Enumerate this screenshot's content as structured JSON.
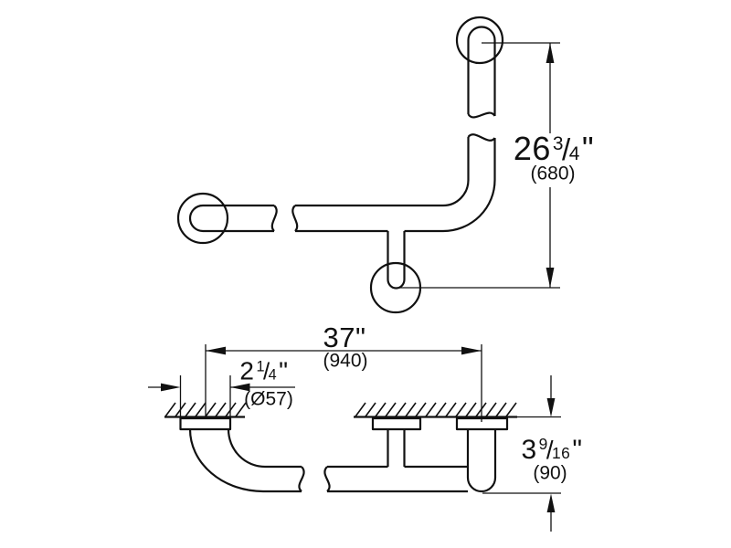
{
  "meta": {
    "background_color": "#ffffff",
    "line_color": "#111111",
    "drawing_type": "technical dimension drawing"
  },
  "dimensions": {
    "height": {
      "whole": "26",
      "sup": "3",
      "slash": "/",
      "sub": "4",
      "unit": "\"",
      "metric": "(680)"
    },
    "length": {
      "whole": "37",
      "sup": "",
      "slash": "",
      "sub": "",
      "unit": "\"",
      "metric": "(940)"
    },
    "flange_diameter": {
      "whole": "2",
      "sup": "1",
      "slash": "/",
      "sub": "4",
      "unit": "\"",
      "metric": "(Ø57)"
    },
    "wall_clearance": {
      "whole": "3",
      "sup": "9",
      "slash": "/",
      "sub": "16",
      "unit": "\"",
      "metric": "(90)"
    }
  }
}
